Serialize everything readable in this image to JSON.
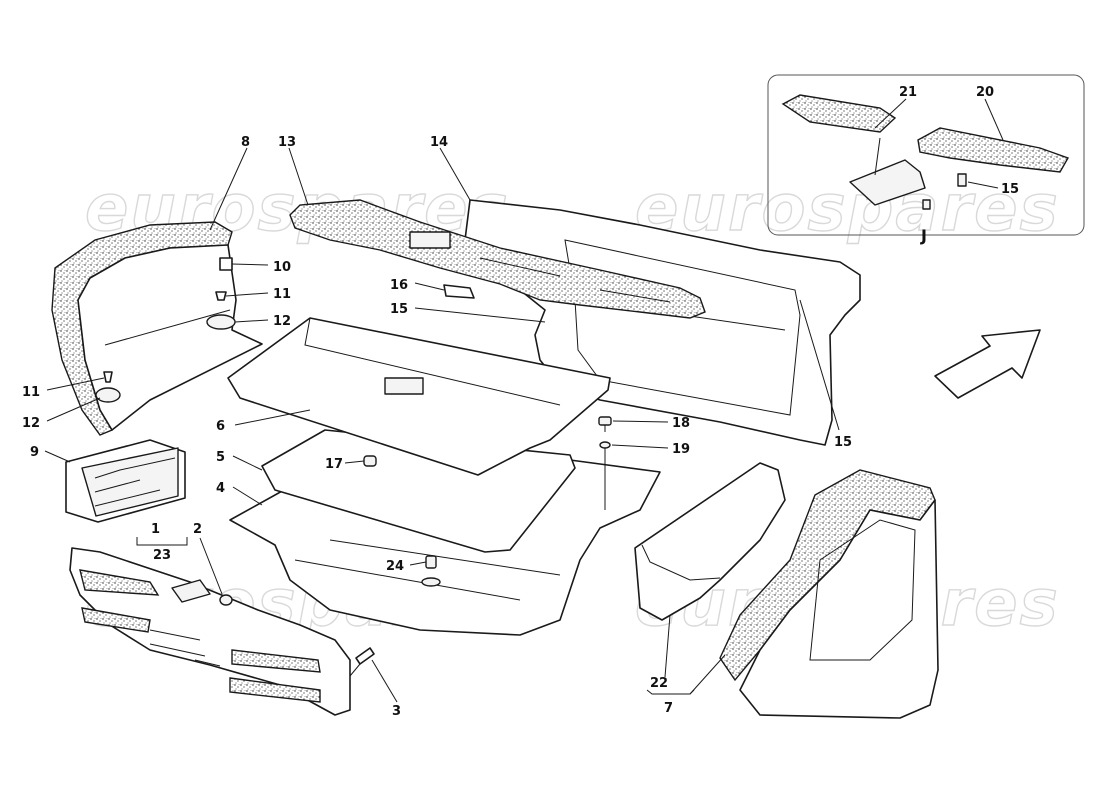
{
  "watermark": {
    "text": "eurospares"
  },
  "detail_view": {
    "letter": "J"
  },
  "callouts": [
    {
      "id": "c1",
      "label": "1"
    },
    {
      "id": "c2",
      "label": "2"
    },
    {
      "id": "c3",
      "label": "3"
    },
    {
      "id": "c4",
      "label": "4"
    },
    {
      "id": "c5",
      "label": "5"
    },
    {
      "id": "c6",
      "label": "6"
    },
    {
      "id": "c7",
      "label": "7"
    },
    {
      "id": "c8",
      "label": "8"
    },
    {
      "id": "c9",
      "label": "9"
    },
    {
      "id": "c10",
      "label": "10"
    },
    {
      "id": "c11a",
      "label": "11"
    },
    {
      "id": "c11b",
      "label": "11"
    },
    {
      "id": "c12a",
      "label": "12"
    },
    {
      "id": "c12b",
      "label": "12"
    },
    {
      "id": "c13",
      "label": "13"
    },
    {
      "id": "c14",
      "label": "14"
    },
    {
      "id": "c15a",
      "label": "15"
    },
    {
      "id": "c15b",
      "label": "15"
    },
    {
      "id": "c15c",
      "label": "15"
    },
    {
      "id": "c16",
      "label": "16"
    },
    {
      "id": "c17",
      "label": "17"
    },
    {
      "id": "c18",
      "label": "18"
    },
    {
      "id": "c19",
      "label": "19"
    },
    {
      "id": "c20",
      "label": "20"
    },
    {
      "id": "c21",
      "label": "21"
    },
    {
      "id": "c22",
      "label": "22"
    },
    {
      "id": "c23",
      "label": "23"
    },
    {
      "id": "c24",
      "label": "24"
    }
  ]
}
